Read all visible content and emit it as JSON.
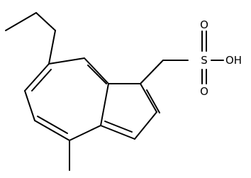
{
  "molecule": {
    "atom_labels": {
      "s": "S",
      "o_top": "O",
      "o_bottom": "O",
      "oh": "OH"
    }
  },
  "colors": {
    "bond": "#000000",
    "background": "#ffffff"
  }
}
